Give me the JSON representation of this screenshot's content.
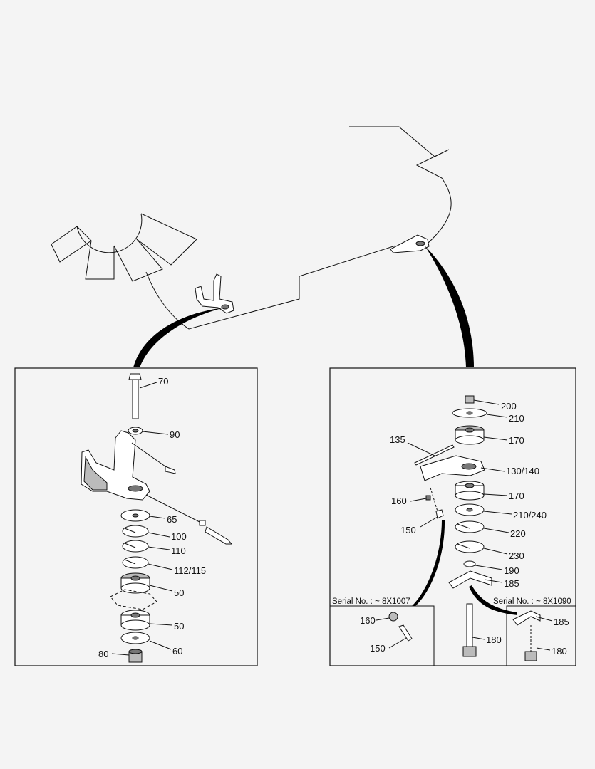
{
  "labels": {
    "p70": "70",
    "p90": "90",
    "p65": "65",
    "p100": "100",
    "p110": "110",
    "p112": "112/115",
    "p50a": "50",
    "p50b": "50",
    "p60": "60",
    "p80": "80",
    "p200": "200",
    "p210": "210",
    "p170a": "170",
    "p135": "135",
    "p130": "130/140",
    "p170b": "170",
    "p160": "160",
    "p210b": "210/240",
    "p150": "150",
    "p220": "220",
    "p230": "230",
    "p190": "190",
    "p185": "185",
    "p180": "180",
    "s160": "160",
    "s150": "150",
    "s185": "185",
    "s180": "180"
  },
  "serials": {
    "left": "Serial No. : ~ 8X1007",
    "right": "Serial No. : ~ 8X1090"
  }
}
